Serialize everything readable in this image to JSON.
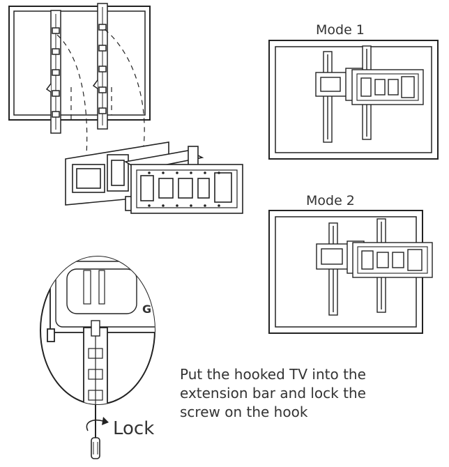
{
  "labels": {
    "mode1": "Mode 1",
    "mode2": "Mode 2",
    "lock": "Lock",
    "bracket_mark": "G"
  },
  "instruction": {
    "lines": [
      "Put the hooked TV into the",
      "extension bar and lock the",
      "screw on the hook"
    ]
  },
  "colors": {
    "line": "#222222",
    "text": "#333333",
    "background": "#ffffff"
  },
  "icons": {
    "lock_arrow": "rotate-clockwise-arrow-icon",
    "tool": "screwdriver-icon"
  }
}
